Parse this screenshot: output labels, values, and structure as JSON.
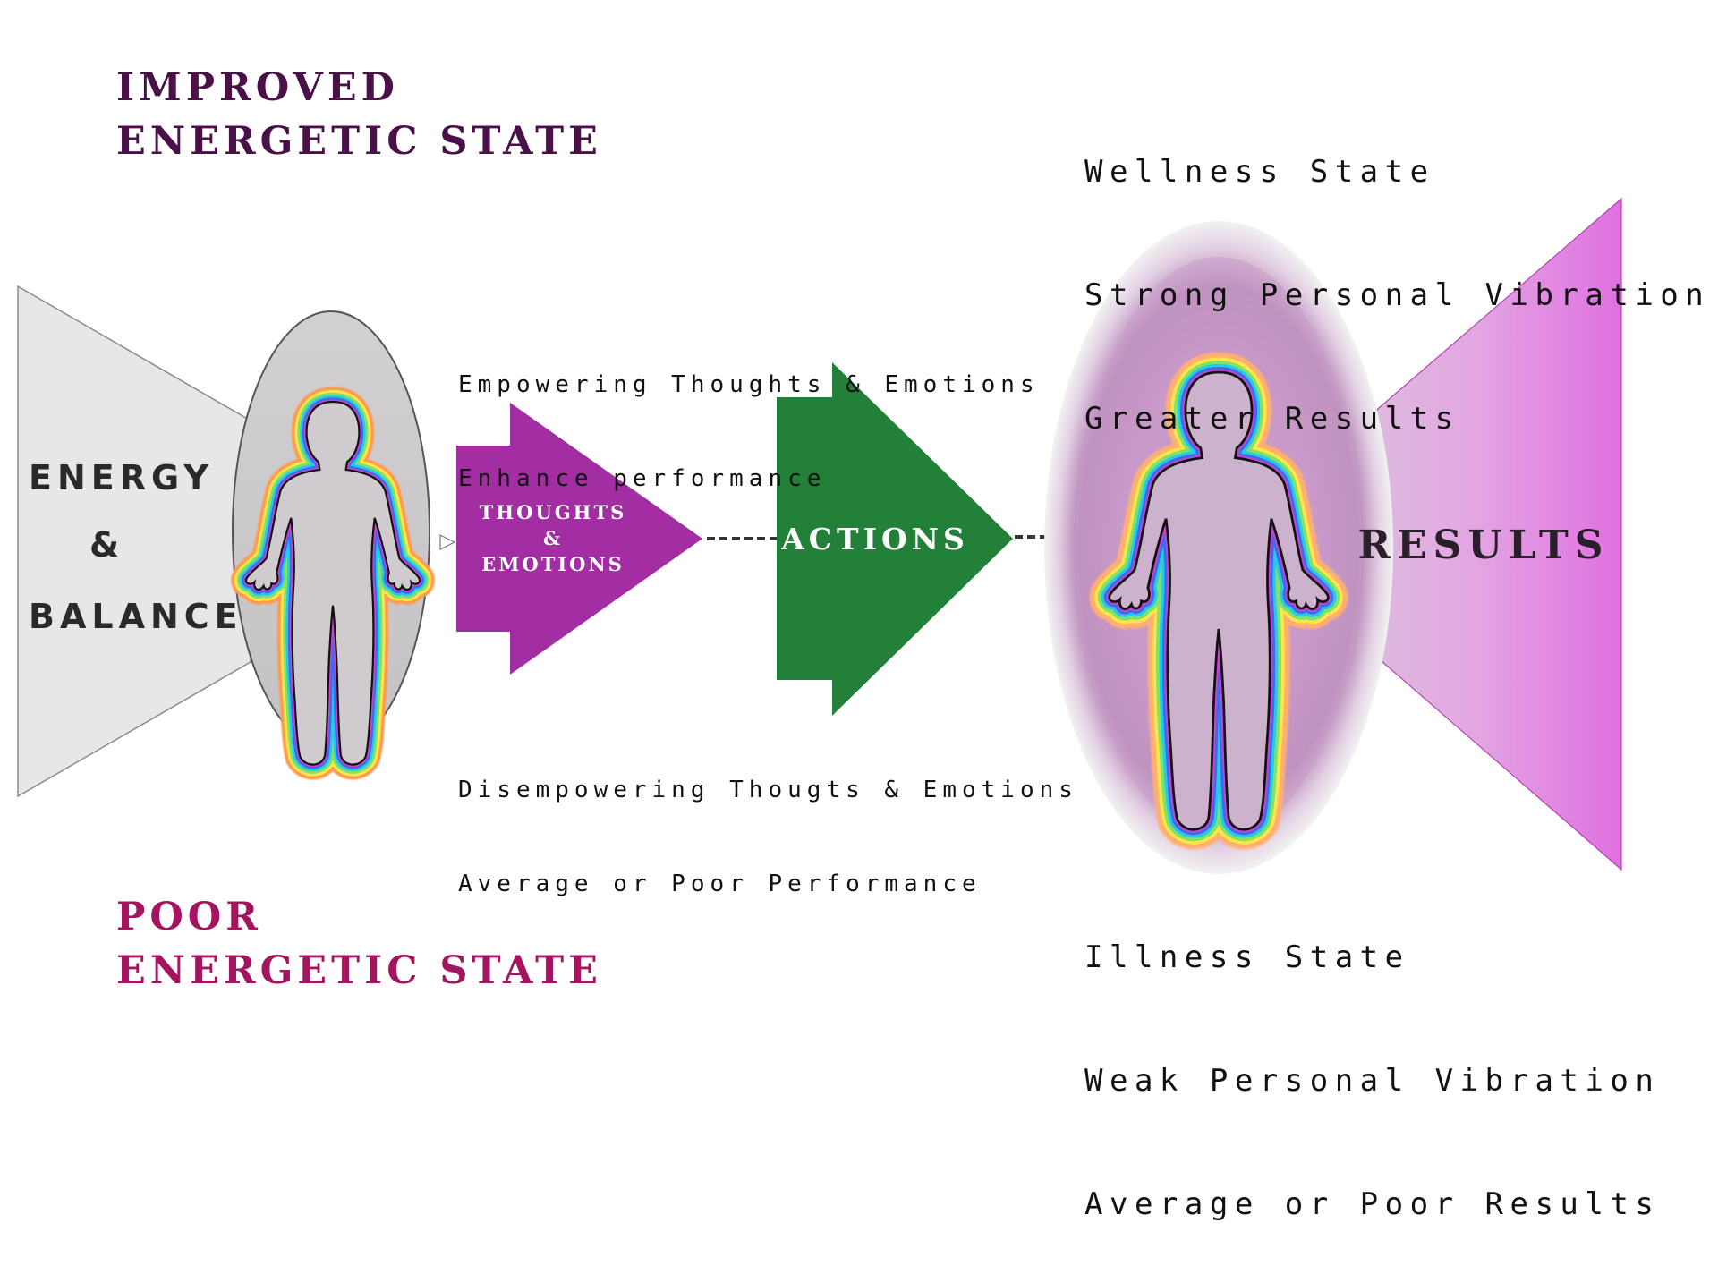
{
  "top_title": {
    "line1": "IMPROVED",
    "line2": "ENERGETIC STATE"
  },
  "bottom_title": {
    "line1": "POOR",
    "line2": "ENERGETIC STATE"
  },
  "colors": {
    "top_title": "#4a1048",
    "bottom_title": "#a3155e",
    "thoughts_arrow": "#a32ea3",
    "actions_arrow": "#238039",
    "results_funnel": "#e07ae0",
    "left_funnel": "#e8e6e8"
  },
  "energy_block": {
    "line1": "ENERGY",
    "line2": "&",
    "line3": "BALANCE"
  },
  "thoughts_arrow": {
    "line1": "THOUGHTS",
    "line2": "&",
    "line3": "EMOTIONS"
  },
  "actions_arrow": {
    "label": "ACTIONS"
  },
  "results_funnel": {
    "label": "RESULTS"
  },
  "empowering_note": {
    "line1": "Empowering Thoughts & Emotions",
    "line2": "Enhance performance"
  },
  "disempowering_note": {
    "line1": "Disempowering Thougts & Emotions",
    "line2": "Average or Poor Performance"
  },
  "wellness_note": {
    "line1": "Wellness State",
    "line2": "Strong Personal Vibration",
    "line3": "Greater Results"
  },
  "illness_note": {
    "line1": "Illness State",
    "line2": "Weak Personal Vibration",
    "line3": "Average or Poor Results"
  },
  "icons": [
    "human-aura-figure-icon",
    "human-aura-figure-large-icon"
  ]
}
